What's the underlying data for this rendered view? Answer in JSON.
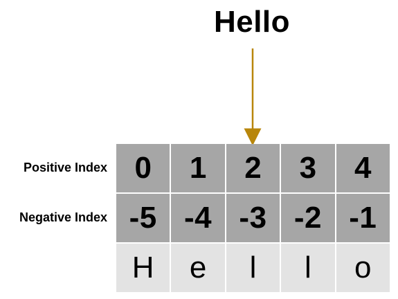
{
  "title": "Hello",
  "labels": {
    "positive": "Positive Index",
    "negative": "Negative Index"
  },
  "positive_index": [
    "0",
    "1",
    "2",
    "3",
    "4"
  ],
  "negative_index": [
    "-5",
    "-4",
    "-3",
    "-2",
    "-1"
  ],
  "characters": [
    "H",
    "e",
    "l",
    "l",
    "o"
  ],
  "colors": {
    "arrow": "#b8860b",
    "index_cell_bg": "#a6a6a6",
    "char_cell_bg": "#e3e3e3"
  }
}
